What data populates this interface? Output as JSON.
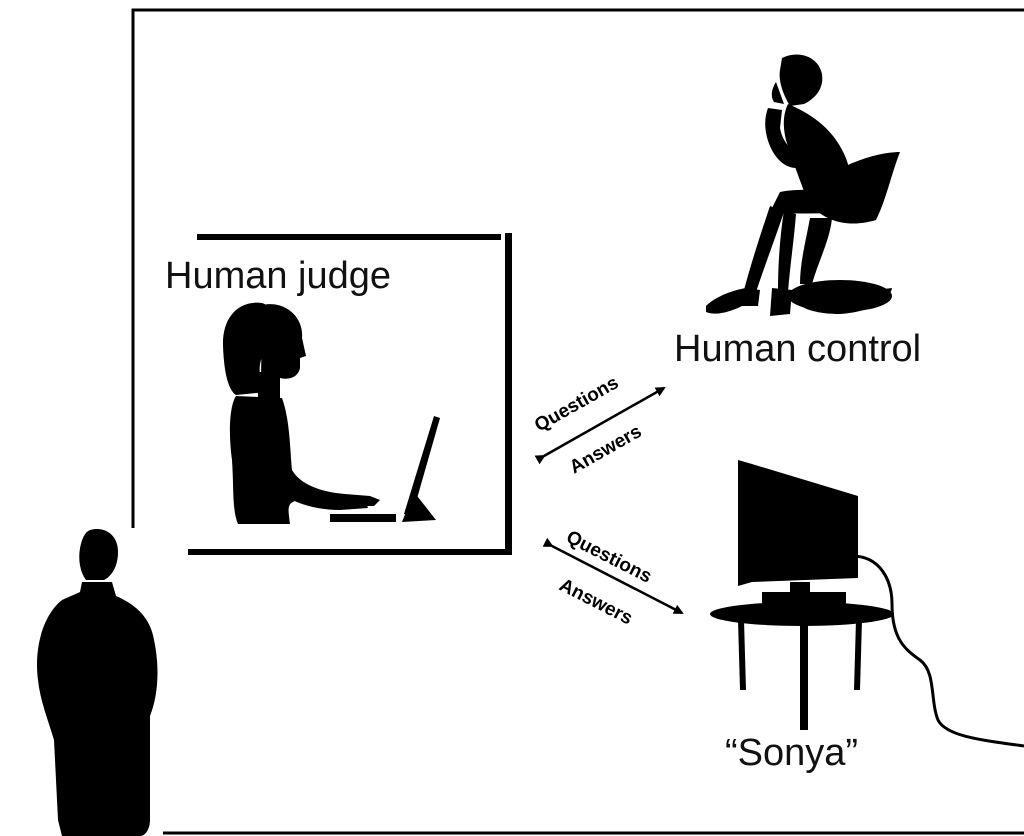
{
  "labels": {
    "human_judge": "Human judge",
    "human_control": "Human control",
    "sonya": "“Sonya”"
  },
  "arrows": {
    "upper": {
      "top_text": "Questions",
      "bottom_text": "Answers"
    },
    "lower": {
      "top_text": "Questions",
      "bottom_text": "Answers"
    }
  },
  "figures": {
    "judge": "woman-at-computer-silhouette",
    "control": "seated-woman-silhouette",
    "computer": "computer-on-table-silhouette",
    "observer": "standing-man-silhouette"
  },
  "colors": {
    "ink": "#000000",
    "background": "#ffffff"
  }
}
